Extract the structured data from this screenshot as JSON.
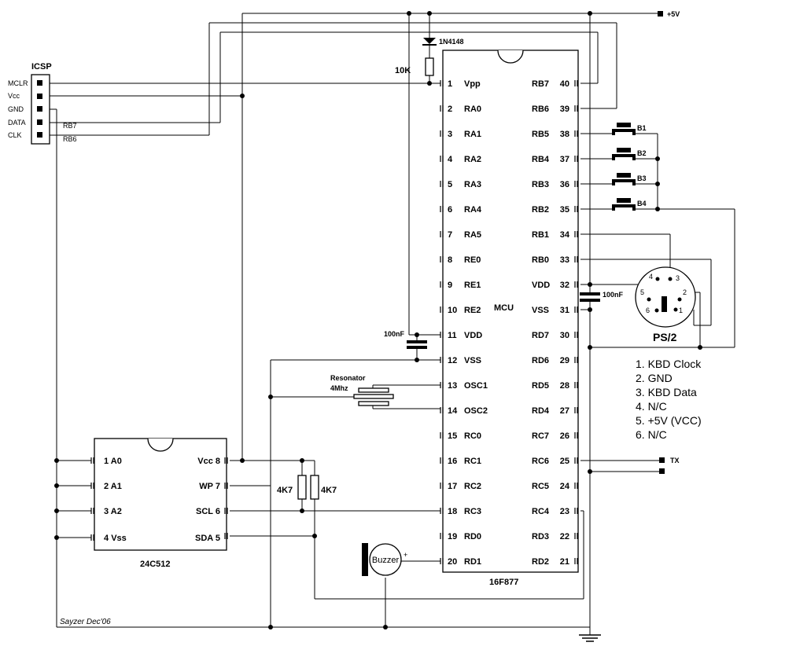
{
  "supply_label": "+5V",
  "icsp": {
    "title": "ICSP",
    "pins": [
      "MCLR",
      "Vcc",
      "GND",
      "DATA",
      "CLK"
    ],
    "net_labels": [
      "RB7",
      "RB6"
    ]
  },
  "diode_label": "1N4148",
  "resistor_10k": "10K",
  "mcu": {
    "name": "MCU",
    "part": "16F877",
    "left_pins": [
      {
        "n": "1",
        "name": "Vpp"
      },
      {
        "n": "2",
        "name": "RA0"
      },
      {
        "n": "3",
        "name": "RA1"
      },
      {
        "n": "4",
        "name": "RA2"
      },
      {
        "n": "5",
        "name": "RA3"
      },
      {
        "n": "6",
        "name": "RA4"
      },
      {
        "n": "7",
        "name": "RA5"
      },
      {
        "n": "8",
        "name": "RE0"
      },
      {
        "n": "9",
        "name": "RE1"
      },
      {
        "n": "10",
        "name": "RE2"
      },
      {
        "n": "11",
        "name": "VDD"
      },
      {
        "n": "12",
        "name": "VSS"
      },
      {
        "n": "13",
        "name": "OSC1"
      },
      {
        "n": "14",
        "name": "OSC2"
      },
      {
        "n": "15",
        "name": "RC0"
      },
      {
        "n": "16",
        "name": "RC1"
      },
      {
        "n": "17",
        "name": "RC2"
      },
      {
        "n": "18",
        "name": "RC3"
      },
      {
        "n": "19",
        "name": "RD0"
      },
      {
        "n": "20",
        "name": "RD1"
      }
    ],
    "right_pins": [
      {
        "n": "40",
        "name": "RB7"
      },
      {
        "n": "39",
        "name": "RB6"
      },
      {
        "n": "38",
        "name": "RB5"
      },
      {
        "n": "37",
        "name": "RB4"
      },
      {
        "n": "36",
        "name": "RB3"
      },
      {
        "n": "35",
        "name": "RB2"
      },
      {
        "n": "34",
        "name": "RB1"
      },
      {
        "n": "33",
        "name": "RB0"
      },
      {
        "n": "32",
        "name": "VDD"
      },
      {
        "n": "31",
        "name": "VSS"
      },
      {
        "n": "30",
        "name": "RD7"
      },
      {
        "n": "29",
        "name": "RD6"
      },
      {
        "n": "28",
        "name": "RD5"
      },
      {
        "n": "27",
        "name": "RD4"
      },
      {
        "n": "26",
        "name": "RC7"
      },
      {
        "n": "25",
        "name": "RC6"
      },
      {
        "n": "24",
        "name": "RC5"
      },
      {
        "n": "23",
        "name": "RC4"
      },
      {
        "n": "22",
        "name": "RD3"
      },
      {
        "n": "21",
        "name": "RD2"
      }
    ]
  },
  "buttons": [
    "B1",
    "B2",
    "B3",
    "B4"
  ],
  "cap_labels": [
    "100nF",
    "100nF"
  ],
  "resonator": {
    "title": "Resonator",
    "freq": "4Mhz"
  },
  "ps2": {
    "title": "PS/2",
    "pin_numbers": [
      "1",
      "2",
      "3",
      "4",
      "5",
      "6"
    ],
    "legend": [
      "1. KBD Clock",
      "2. GND",
      "3. KBD Data",
      "4. N/C",
      "5. +5V (VCC)",
      "6. N/C"
    ]
  },
  "tx_label": "TX",
  "eeprom": {
    "part": "24C512",
    "left_pins": [
      "1",
      "A0",
      "2",
      "A1",
      "3",
      "A2",
      "4",
      "Vss"
    ],
    "right_pins": [
      "Vcc",
      "8",
      "WP",
      "7",
      "SCL",
      "6",
      "SDA",
      "5"
    ]
  },
  "pullups": [
    "4K7",
    "4K7"
  ],
  "buzzer_label": "Buzzer",
  "buzzer_plus": "+",
  "credit": "Sayzer Dec'06"
}
